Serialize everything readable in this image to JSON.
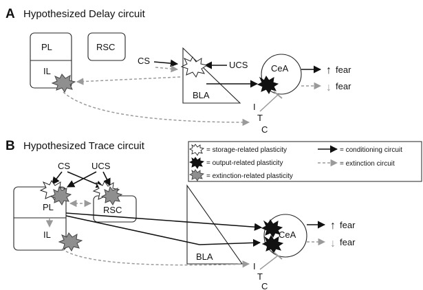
{
  "panels": {
    "a": {
      "letter": "A",
      "title": "Hypothesized Delay circuit"
    },
    "b": {
      "letter": "B",
      "title": "Hypothesized Trace circuit"
    }
  },
  "regions": {
    "pl": "PL",
    "il": "IL",
    "rsc": "RSC",
    "bla": "BLA",
    "cea": "CeA",
    "itc_i": "I",
    "itc_t": "T",
    "itc_c": "C"
  },
  "inputs": {
    "cs": "CS",
    "ucs": "UCS"
  },
  "outputs": {
    "fear": "fear",
    "up_arrow": "↑",
    "down_arrow": "↓"
  },
  "legend": {
    "storage": "= storage-related plasticity",
    "output": "= output-related plasticity",
    "extinction": "= extinction-related plasticity",
    "conditioning": "= conditioning circuit",
    "extinction_circuit": "= extinction circuit"
  },
  "colors": {
    "black": "#111111",
    "gray_arrow": "#9a9a9a",
    "extinction_fill": "#8f8f8f",
    "storage_fill": "#ffffff"
  }
}
